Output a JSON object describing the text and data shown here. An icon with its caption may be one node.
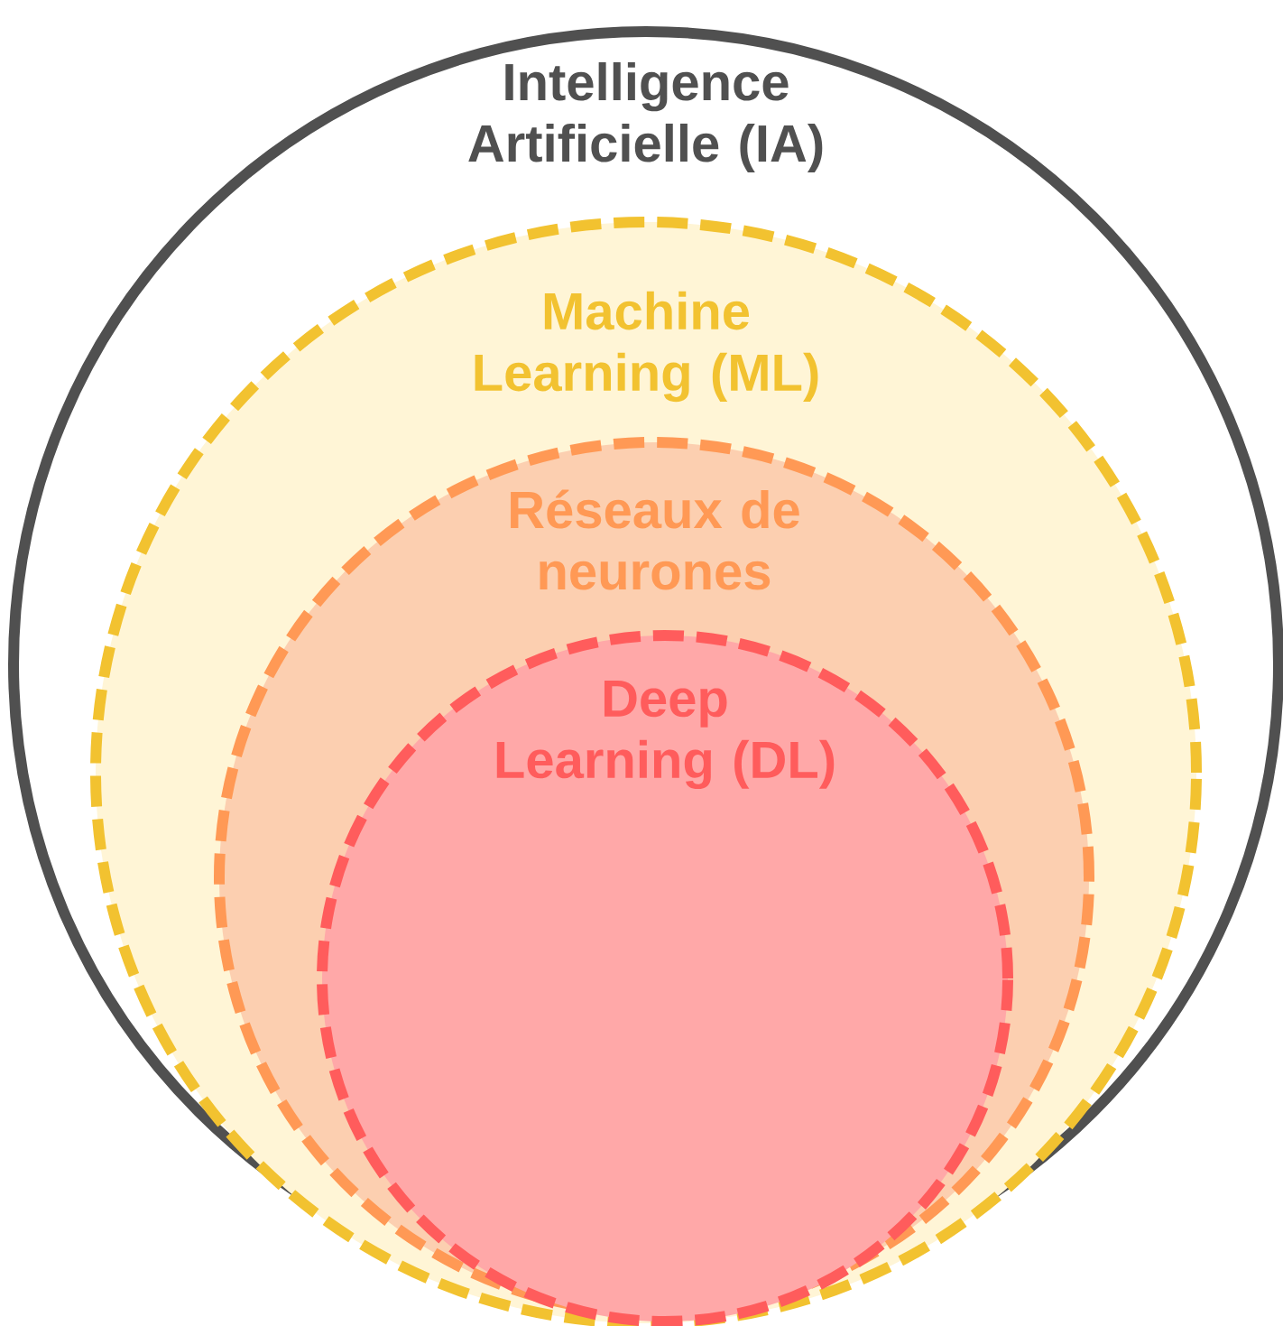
{
  "diagram": {
    "nodes": [
      {
        "text": [
          "Intelligence Artificielle (IA)"
        ]
      },
      {
        "text": [
          "Machine Learning (ML)"
        ],
        "in": 0
      },
      {
        "text": [
          "Réseaux de neurones"
        ],
        "in": 1
      },
      {
        "text": [
          "Deep Learning (DL)"
        ],
        "in": 2
      }
    ]
  }
}
